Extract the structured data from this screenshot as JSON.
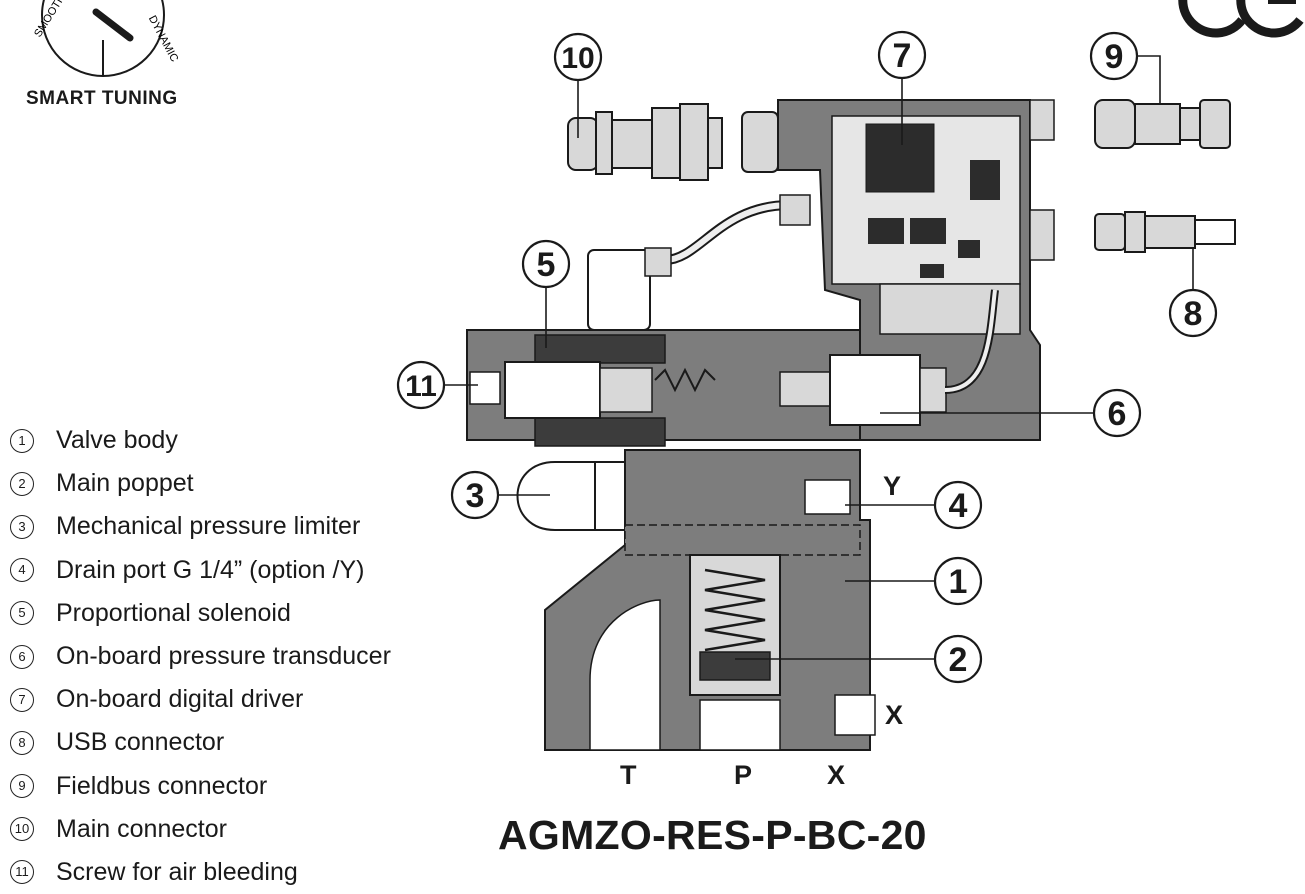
{
  "smart_tuning": {
    "label": "SMART TUNING",
    "left_text": "SMOOTH",
    "right_text": "DYNAMIC"
  },
  "certification_mark": "CE",
  "model": "AGMZO-RES-P-BC-20",
  "ports": {
    "t": "T",
    "p": "P",
    "x_bottom": "X",
    "x_side": "X",
    "y": "Y"
  },
  "legend": [
    {
      "num": "1",
      "label": "Valve body"
    },
    {
      "num": "2",
      "label": "Main poppet"
    },
    {
      "num": "3",
      "label": "Mechanical pressure limiter"
    },
    {
      "num": "4",
      "label": "Drain port G 1/4” (option /Y)"
    },
    {
      "num": "5",
      "label": "Proportional solenoid"
    },
    {
      "num": "6",
      "label": "On-board pressure transducer"
    },
    {
      "num": "7",
      "label": "On-board digital driver"
    },
    {
      "num": "8",
      "label": "USB connector"
    },
    {
      "num": "9",
      "label": "Fieldbus connector"
    },
    {
      "num": "10",
      "label": "Main connector"
    },
    {
      "num": "11",
      "label": "Screw for air bleeding"
    }
  ],
  "callouts": {
    "c1": "1",
    "c2": "2",
    "c3": "3",
    "c4": "4",
    "c5": "5",
    "c6": "6",
    "c7": "7",
    "c8": "8",
    "c9": "9",
    "c10": "10",
    "c11": "11"
  },
  "colors": {
    "body_gray": "#7d7d7d",
    "dark_gray": "#3c3c3c",
    "light_gray": "#d8d8d8",
    "outline": "#1a1a1a"
  }
}
